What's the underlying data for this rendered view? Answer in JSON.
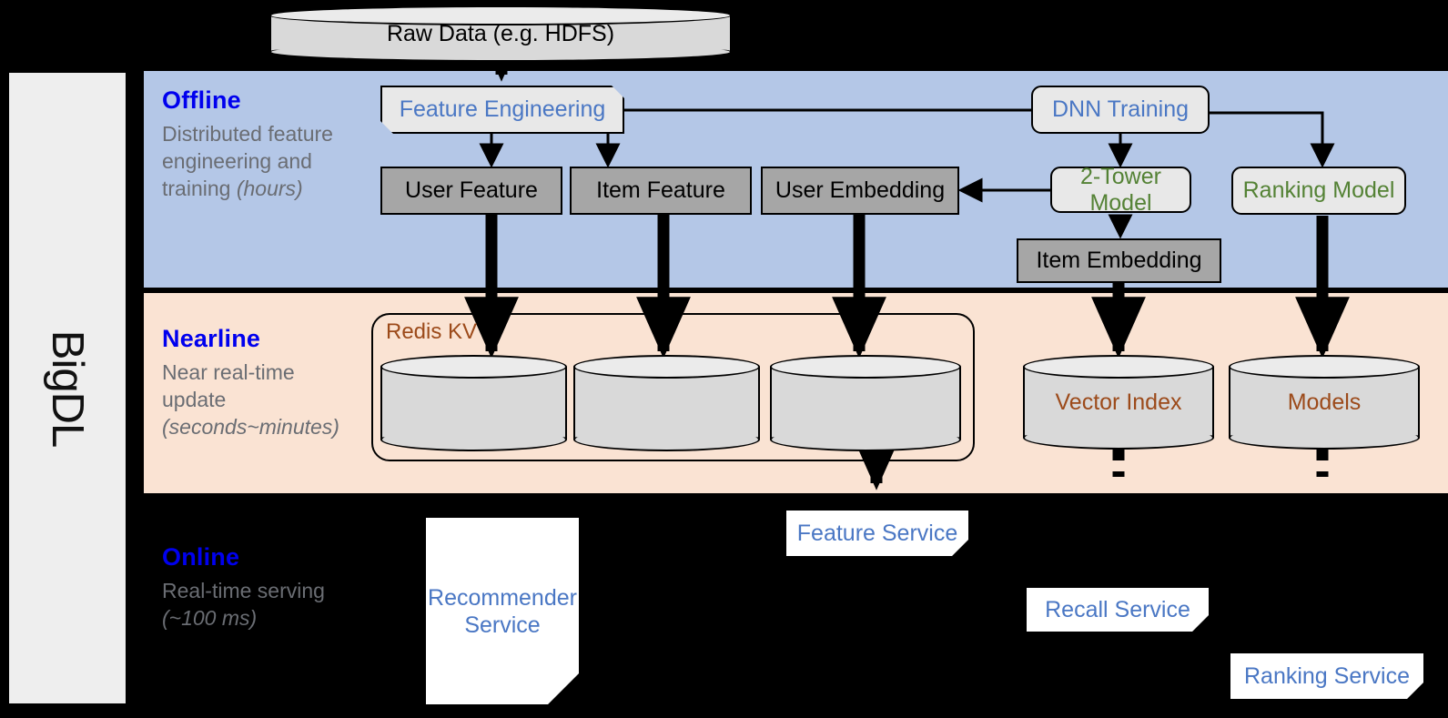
{
  "framework": {
    "name": "BigDL"
  },
  "source": {
    "label": "Raw Data (e.g. HDFS)"
  },
  "stages": [
    {
      "id": "offline",
      "title": "Offline",
      "desc_line1": "Distributed feature engineering and training ",
      "desc_em": "(hours)"
    },
    {
      "id": "nearline",
      "title": "Nearline",
      "desc_line1": "Near real-time update ",
      "desc_em": "(seconds~minutes)"
    },
    {
      "id": "online",
      "title": "Online",
      "desc_line1": "Real-time serving ",
      "desc_em": "(~100 ms)"
    }
  ],
  "offline": {
    "feature_engineering": "Feature Engineering",
    "dnn_training": "DNN Training",
    "user_feature": "User Feature",
    "item_feature": "Item Feature",
    "user_embedding": "User Embedding",
    "two_tower_model": "2-Tower Model",
    "ranking_model": "Ranking Model",
    "item_embedding": "Item Embedding"
  },
  "nearline": {
    "redis_kv": "Redis KV",
    "store_1": "",
    "store_2": "",
    "store_3": "",
    "vector_index": "Vector Index",
    "models": "Models"
  },
  "online": {
    "recommender_service": "Recommender Service",
    "feature_service": "Feature Service",
    "recall_service": "Recall Service",
    "ranking_service": "Ranking Service"
  },
  "colors": {
    "offline_band": "#b4c7e7",
    "nearline_band": "#fae3d3",
    "online_band": "#000000",
    "stage_title": "#0000ee",
    "stage_desc": "#6a6d73",
    "process_text": "#4a77c4",
    "model_text": "#548235",
    "store_text": "#9c4a1a",
    "data_box_fill": "#a6a6a6",
    "cylinder_fill": "#d9d9d9"
  }
}
